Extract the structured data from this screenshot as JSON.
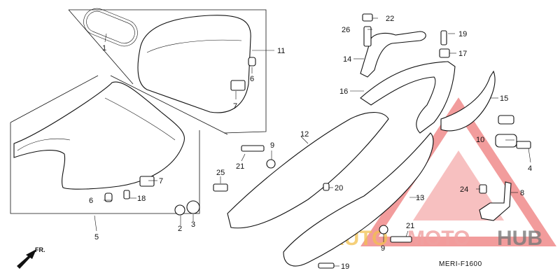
{
  "diagram_code": "MERI-F1600",
  "front_label": "FR.",
  "watermark": {
    "part1": "AUTO",
    "part2": "MOTO",
    "part3": "HUB"
  },
  "callouts": {
    "c1": "1",
    "c2": "2",
    "c3": "3",
    "c4": "4",
    "c5": "5",
    "c6a": "6",
    "c6b": "6",
    "c7a": "7",
    "c7b": "7",
    "c8": "8",
    "c9a": "9",
    "c9b": "9",
    "c10": "10",
    "c11": "11",
    "c12": "12",
    "c13": "13",
    "c14": "14",
    "c15": "15",
    "c16": "16",
    "c17": "17",
    "c18": "18",
    "c19a": "19",
    "c19b": "19",
    "c20": "20",
    "c21a": "21",
    "c21b": "21",
    "c22": "22",
    "c24": "24",
    "c25": "25",
    "c26": "26"
  },
  "colors": {
    "line": "#111111",
    "watermark_red": "#e84a4a",
    "watermark_yellow": "#f2c14e",
    "watermark_gray": "#7a7a7a"
  }
}
